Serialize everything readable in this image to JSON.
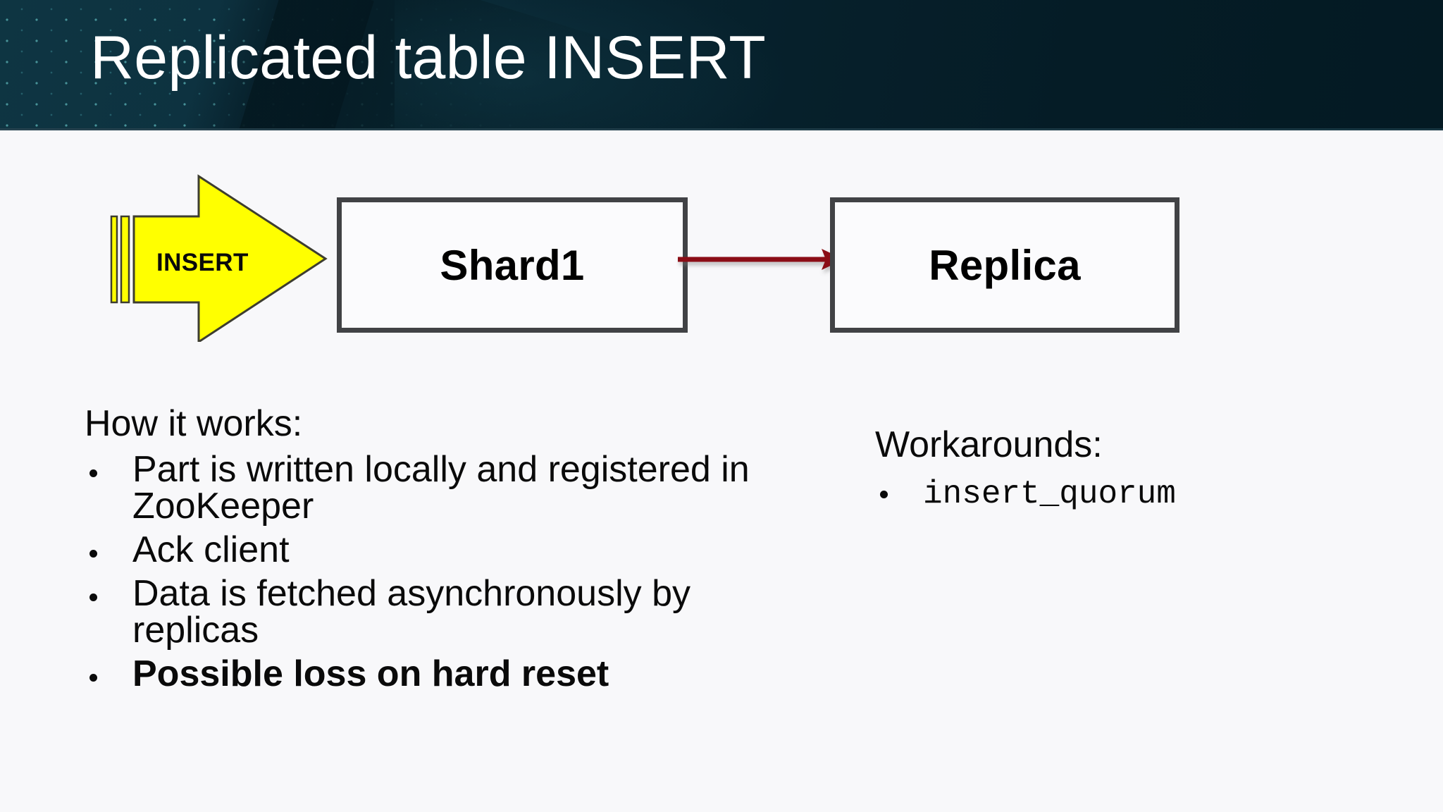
{
  "slide": {
    "title": "Replicated table INSERT",
    "background_color": "#f8f8fa",
    "header_color": "#0d3240"
  },
  "diagram": {
    "insert_arrow": {
      "label": "INSERT",
      "fill_color": "#ffff00",
      "stroke_color": "#3d3d30",
      "icon": "block-arrow-right-icon"
    },
    "nodes": [
      {
        "id": "shard1",
        "label": "Shard1",
        "border_color": "#414245",
        "fill_color": "#fbfbfd"
      },
      {
        "id": "replica",
        "label": "Replica",
        "border_color": "#414245",
        "fill_color": "#fbfbfd"
      }
    ],
    "connector": {
      "from": "shard1",
      "to": "replica",
      "color": "#8b0f12",
      "icon": "arrow-right-icon"
    }
  },
  "how_it_works": {
    "heading": "How it works:",
    "bullets": [
      {
        "text": "Part is written locally and registered in ZooKeeper",
        "bold": false,
        "mono": false
      },
      {
        "text": "Ack client",
        "bold": false,
        "mono": false
      },
      {
        "text": "Data is fetched asynchronously by replicas",
        "bold": false,
        "mono": false
      },
      {
        "text": "Possible loss on hard reset",
        "bold": true,
        "mono": false
      }
    ]
  },
  "workarounds": {
    "heading": "Workarounds:",
    "bullets": [
      {
        "text": "insert_quorum",
        "bold": false,
        "mono": true
      }
    ]
  }
}
